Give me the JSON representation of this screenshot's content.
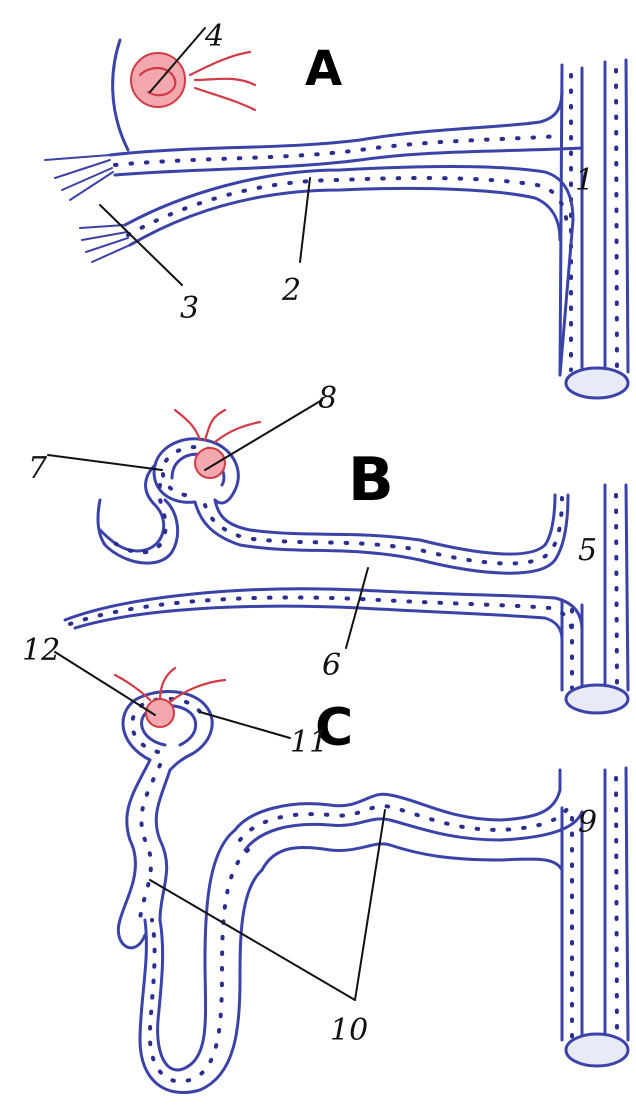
{
  "panels": [
    {
      "letter": "A",
      "numbers": [
        "1",
        "2",
        "3",
        "4"
      ]
    },
    {
      "letter": "B",
      "numbers": [
        "5",
        "6",
        "7",
        "8"
      ]
    },
    {
      "letter": "C",
      "numbers": [
        "9",
        "10",
        "11",
        "12"
      ]
    }
  ],
  "colors": {
    "tubule": "#3b43a8",
    "vessel": "#d23a45",
    "ink": "#111111"
  }
}
